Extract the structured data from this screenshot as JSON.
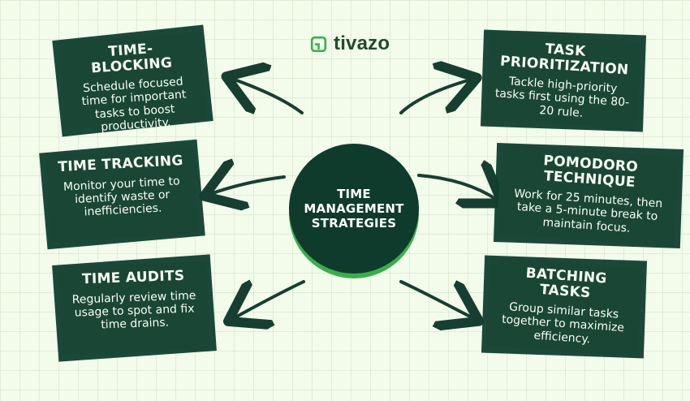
{
  "logo": {
    "text": "tivazo"
  },
  "hub": {
    "title_lines": [
      "TIME",
      "MANAGEMENT",
      "STRATEGIES"
    ]
  },
  "cards": [
    {
      "title": "TIME-BLOCKING",
      "description": "Schedule focused time for important tasks to boost productivity."
    },
    {
      "title": "TASK PRIORITIZATION",
      "description": "Tackle high-priority tasks first using the 80-20 rule."
    },
    {
      "title": "TIME TRACKING",
      "description": "Monitor your time to identify waste or inefficiencies."
    },
    {
      "title": "POMODORO TECHNIQUE",
      "description": "Work for 25 minutes, then take a 5-minute break to maintain focus."
    },
    {
      "title": "TIME AUDITS",
      "description": "Regularly review time usage to spot and fix time drains."
    },
    {
      "title": "BATCHING TASKS",
      "description": "Group similar tasks together to maximize efficiency."
    }
  ],
  "colors": {
    "background": "#f3fbea",
    "card": "#1a4636",
    "card_back": "#0f3f2f",
    "hub": "#0e3b2c",
    "accent": "#38b04a",
    "text_light": "#f8fff4",
    "logo_text": "#1f4a31"
  },
  "icons": {
    "logo": "tivazo-logo-icon",
    "arrow": "arrow-icon"
  }
}
